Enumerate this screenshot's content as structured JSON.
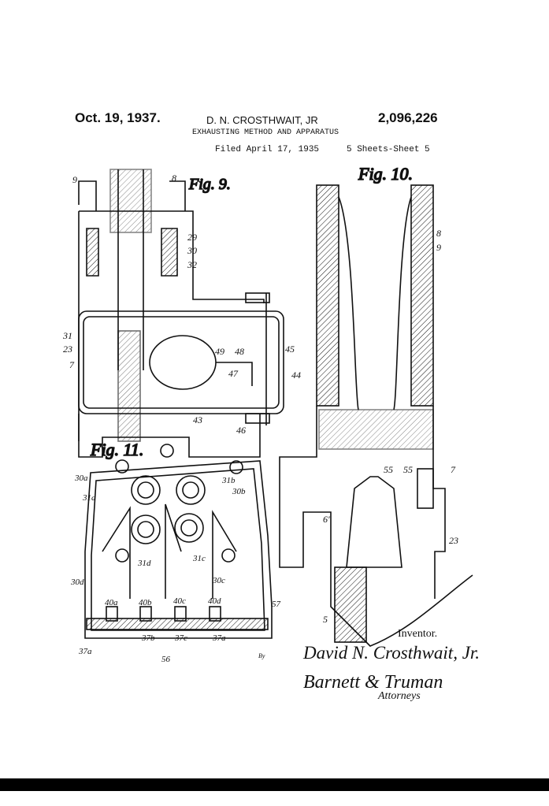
{
  "header": {
    "date": "Oct. 19, 1937.",
    "inventor": "D. N. CROSTHWAIT, JR",
    "patent_number": "2,096,226",
    "title": "EXHAUSTING METHOD AND APPARATUS",
    "filed": "Filed April 17, 1935",
    "sheets": "5 Sheets-Sheet 5"
  },
  "figures": {
    "fig9": {
      "label": "Fig. 9.",
      "refs": [
        "9",
        "8",
        "29",
        "30",
        "32",
        "31",
        "23",
        "7",
        "49",
        "48",
        "47",
        "45",
        "44",
        "43",
        "46"
      ]
    },
    "fig10": {
      "label": "Fig. 10.",
      "refs": [
        "8",
        "9",
        "7",
        "55",
        "55",
        "6'",
        "23",
        "5"
      ]
    },
    "fig11": {
      "label": "Fig. 11.",
      "refs": [
        "30a",
        "31a",
        "31b",
        "30b",
        "31d",
        "31c",
        "30d",
        "30c",
        "57",
        "40a",
        "40b",
        "40c",
        "40d",
        "37b",
        "37c",
        "37a",
        "37a",
        "56"
      ]
    }
  },
  "signature": {
    "inventor_label": "Inventor.",
    "inventor_name": "David N. Crosthwait, Jr.",
    "attorney_name": "Barnett & Truman",
    "attorneys_label": "Attorneys",
    "by": "By"
  },
  "colors": {
    "ink": "#111111",
    "paper": "#ffffff"
  }
}
